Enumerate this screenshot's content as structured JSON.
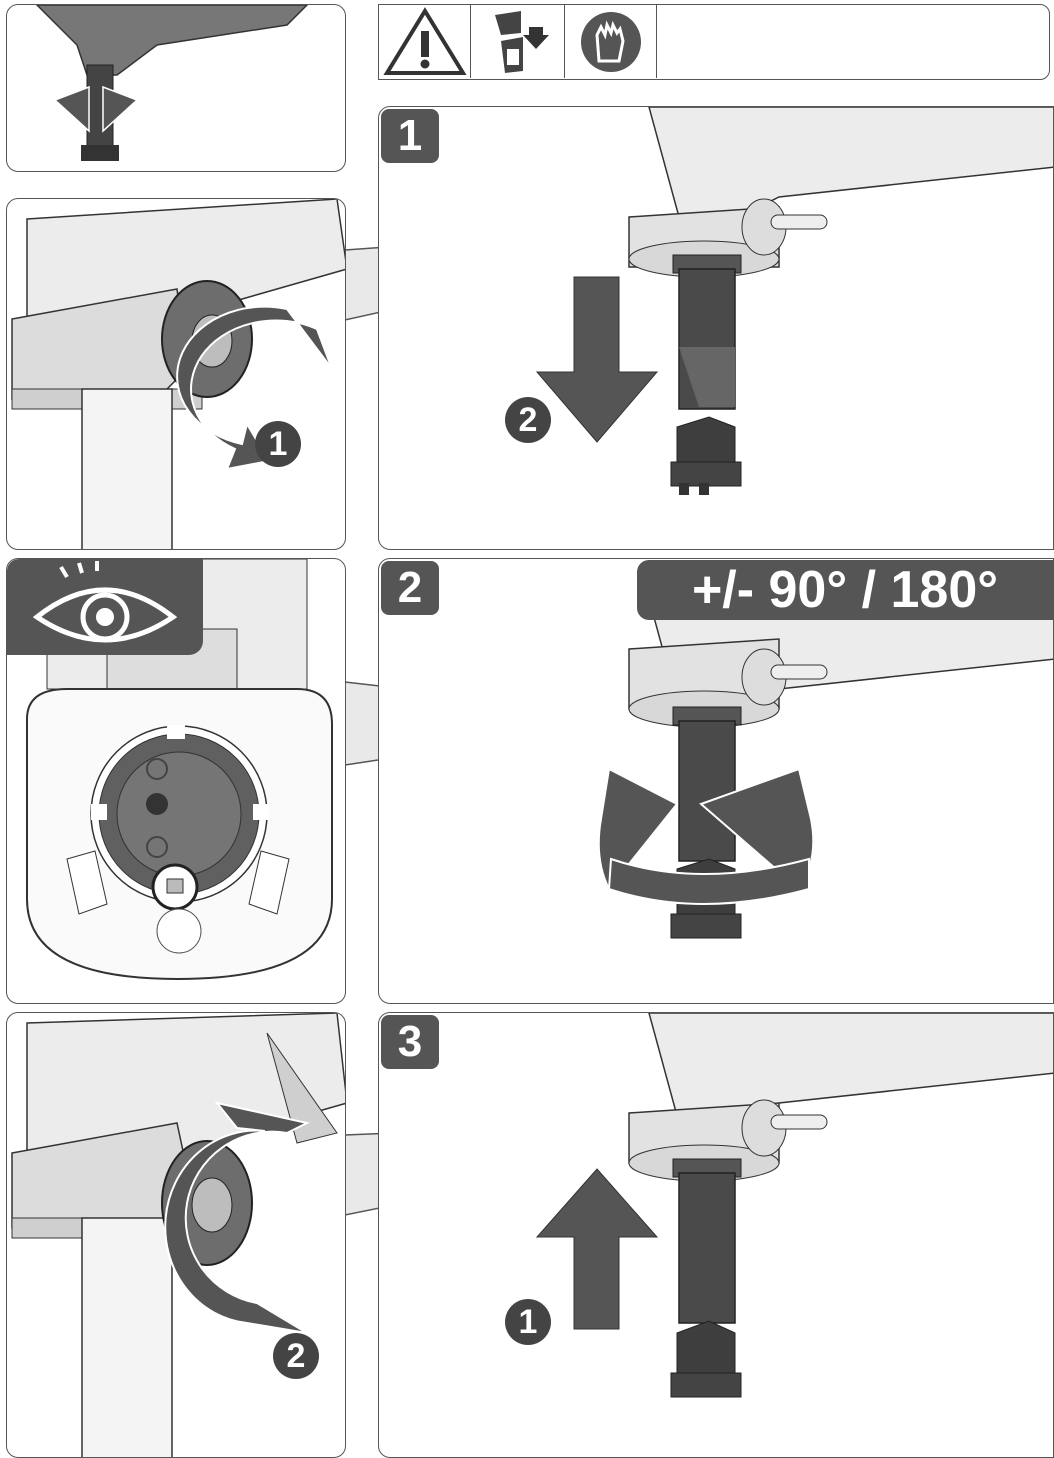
{
  "labels": {
    "step1": "1",
    "step2": "2",
    "step3": "3",
    "rotation_banner": "+/- 90° / 180°",
    "panel1_callout_a": "1",
    "panel1_callout_b": "2",
    "panel3_callout_a": "1",
    "panel3_callout_b": "2"
  },
  "icons": {
    "warning": "warning-triangle-icon",
    "manual": "read-manual-icon",
    "gloves": "wear-gloves-icon",
    "inspect": "eye-inspect-icon"
  },
  "colors": {
    "badge": "#555555",
    "tool_dark": "#4a4a4a",
    "tool_light": "#ececec",
    "outline": "#333333"
  }
}
